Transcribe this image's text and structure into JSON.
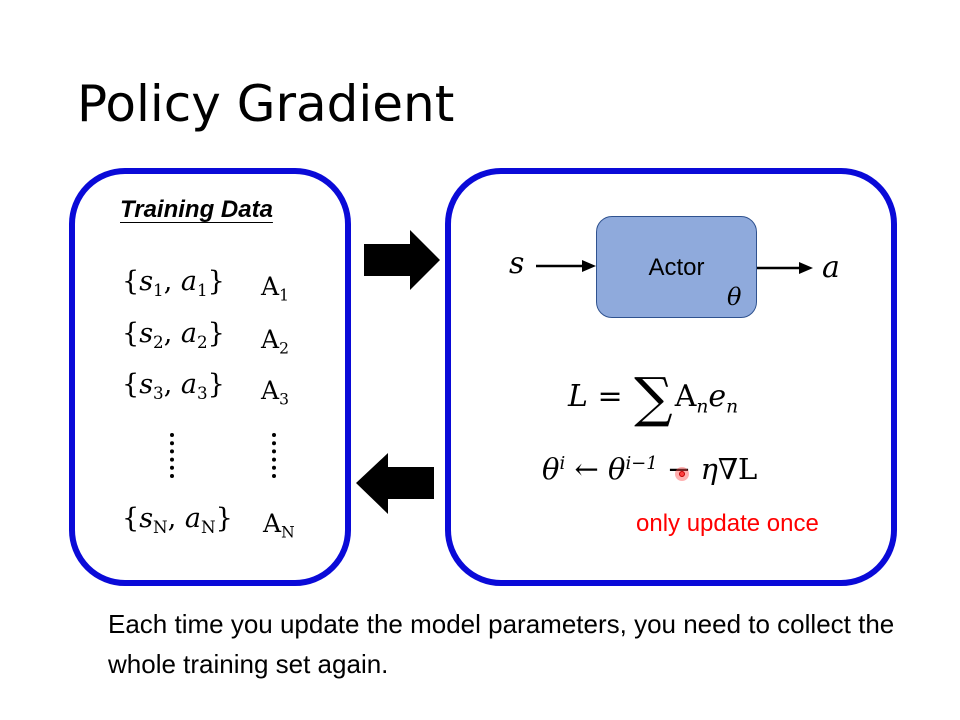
{
  "title": "Policy Gradient",
  "training_data": {
    "heading": "Training Data",
    "rows": [
      {
        "s": "s",
        "s_sub": "1",
        "a": "a",
        "a_sub": "1",
        "adv": "A",
        "adv_sub": "1"
      },
      {
        "s": "s",
        "s_sub": "2",
        "a": "a",
        "a_sub": "2",
        "adv": "A",
        "adv_sub": "2"
      },
      {
        "s": "s",
        "s_sub": "3",
        "a": "a",
        "a_sub": "3",
        "adv": "A",
        "adv_sub": "3"
      },
      {
        "s": "s",
        "s_sub": "N",
        "a": "a",
        "a_sub": "N",
        "adv": "A",
        "adv_sub": "N"
      }
    ]
  },
  "actor": {
    "label": "Actor",
    "param": "θ",
    "input": "s",
    "output": "a"
  },
  "loss": {
    "lhs": "L",
    "eq": "=",
    "sum": "∑",
    "adv": "A",
    "adv_sub": "n",
    "e": "e",
    "e_sub": "n"
  },
  "update": {
    "theta": "θ",
    "sup_i": "i",
    "arrow": "←",
    "sup_prev": "i−1",
    "minus": "−",
    "eta": "η",
    "nabla_l": "∇L"
  },
  "note": "only update once",
  "caption": "Each time you update the model parameters, you need to collect the whole training set again.",
  "colors": {
    "panel_border": "#0a0ad8",
    "actor_fill": "#8faadc",
    "note": "#ff0000"
  }
}
